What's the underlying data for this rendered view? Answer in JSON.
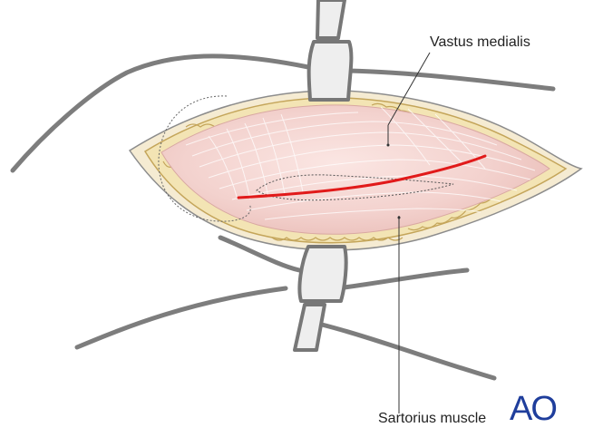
{
  "labels": {
    "vastus_medialis": "Vastus medialis",
    "sartorius_muscle": "Sartorius muscle"
  },
  "logo": {
    "text": "AO",
    "color": "#1f3e9c"
  },
  "colors": {
    "outline": "#7a7a7a",
    "fat_layer": "#f3e4b4",
    "fat_edge": "#c4a55a",
    "muscle": "#f2cfcb",
    "muscle_fiber": "#ffffff",
    "incision": "#e11a1a",
    "retractor": "#eeeeee",
    "leader_line": "#333333"
  }
}
